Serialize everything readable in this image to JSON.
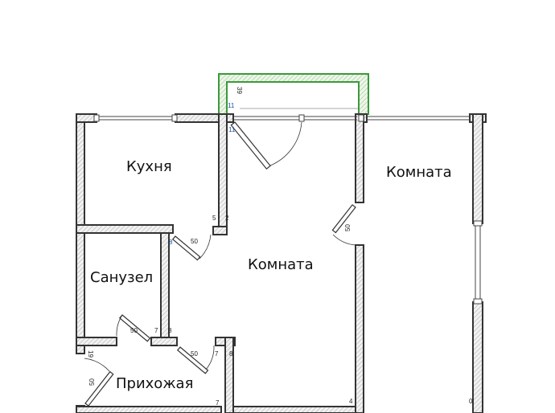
{
  "rooms": {
    "kitchen": "Кухня",
    "living_room_center": "Комната",
    "living_room_right": "Комната",
    "bathroom": "Санузел",
    "hallway": "Прихожая"
  },
  "dimensions": {
    "balcony_39": "39",
    "balcony_11": "11",
    "hall_11": "11",
    "kitchen_5": "5",
    "kitchen_2": "2",
    "kitchen_door_50": "50",
    "kitchen_door_8": "8",
    "bath_door_50": "50",
    "bath_7": "7",
    "bath_8": "8",
    "hall_door_50": "50",
    "hall_7": "7",
    "hall_8": "8",
    "entry_19": "19",
    "entry_door_50": "50",
    "hall_bottom_7": "7",
    "room_door_50": "50",
    "room_4": "4",
    "room_0": "0"
  },
  "colors": {
    "wall": "#333333",
    "wall_fill": "#e2e2e2",
    "balcony": "#3a9a3a"
  }
}
